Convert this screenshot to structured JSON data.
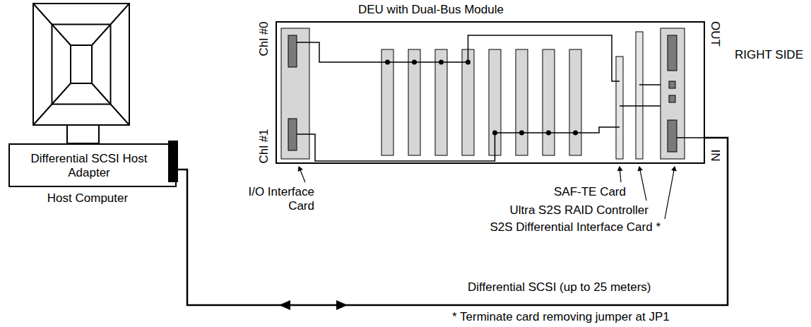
{
  "diagram": {
    "nodes": [
      {
        "text": [
          "Differential SCSI Host Adapter",
          "Host Computer"
        ]
      },
      {
        "text": [
          "DEU with Dual-Bus Module"
        ]
      }
    ],
    "edges": [
      {
        "from": 0,
        "to": 1,
        "arrow": "both",
        "label": "Differential SCSI (up to 25 meters)"
      }
    ],
    "labels": [
      "Chl #0",
      "Chl #1",
      "OUT",
      "IN",
      "RIGHT SIDE",
      "I/O Interface Card",
      "SAF-TE Card",
      "Ultra S2S RAID Controller",
      "S2S Differential Interface Card *",
      "* Terminate card removing jumper at JP1"
    ]
  }
}
